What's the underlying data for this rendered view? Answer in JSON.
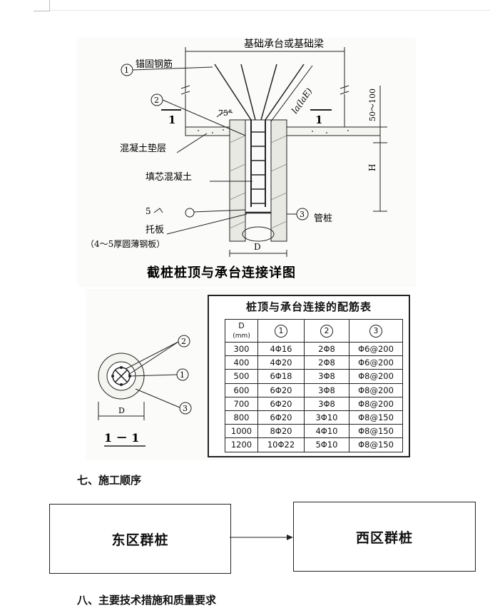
{
  "figure_top": {
    "title": "截桩桩顶与承台连接详图",
    "label_cap": "基础承台或基础梁",
    "label_anchor": "锚固钢筋",
    "label_cushion": "混凝土垫层",
    "label_infill": "填芯混凝土",
    "label_weld": "5",
    "label_plate": "托板",
    "label_plate_note": "（4～5厚圆薄钢板）",
    "label_pile": "管桩",
    "label_angle": "75°",
    "label_la": "la(laE)",
    "label_dim_top": "50～100",
    "label_H": "H",
    "label_D": "D",
    "label_section_left": "1",
    "label_section_right": "1",
    "markers": [
      "1",
      "2",
      "3"
    ]
  },
  "figure_section": {
    "label_D": "D",
    "caption": "1 － 1",
    "markers": [
      "2",
      "1",
      "3"
    ]
  },
  "rebar_table": {
    "title": "桩顶与承台连接的配筋表",
    "header": {
      "d_label": "D",
      "d_unit": "(mm)",
      "c1": "1",
      "c2": "2",
      "c3": "3"
    },
    "rows": [
      [
        "300",
        "4Φ16",
        "2Φ8",
        "Φ6@200"
      ],
      [
        "400",
        "4Φ20",
        "2Φ8",
        "Φ6@200"
      ],
      [
        "500",
        "6Φ18",
        "3Φ8",
        "Φ8@200"
      ],
      [
        "600",
        "6Φ20",
        "3Φ8",
        "Φ8@200"
      ],
      [
        "700",
        "6Φ20",
        "3Φ8",
        "Φ8@200"
      ],
      [
        "800",
        "6Φ20",
        "3Φ10",
        "Φ8@150"
      ],
      [
        "1000",
        "8Φ20",
        "4Φ10",
        "Φ8@150"
      ],
      [
        "1200",
        "10Φ22",
        "5Φ10",
        "Φ8@150"
      ]
    ]
  },
  "sections": {
    "seven": "七、施工顺序",
    "eight": "八、主要技术措施和质量要求"
  },
  "flow": {
    "east": "东区群桩",
    "west": "西区群桩"
  }
}
